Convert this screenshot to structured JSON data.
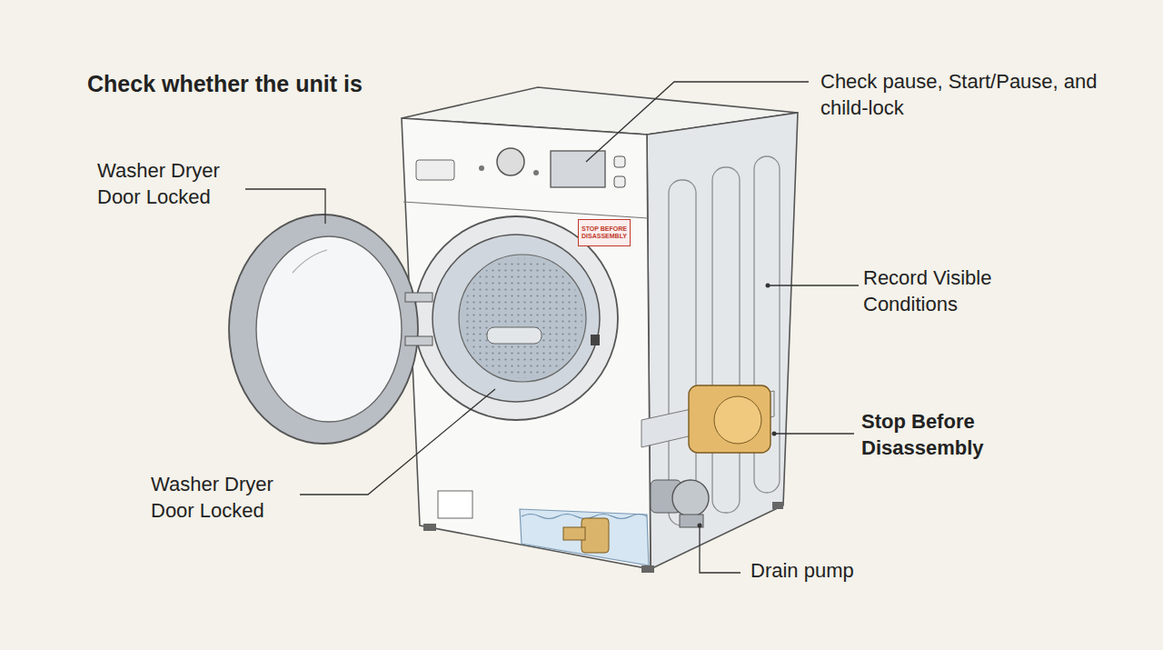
{
  "diagram": {
    "title": "Check whether the unit is",
    "nodes": [
      {
        "text": [
          "STOP BEFORE DISASSEMBLY"
        ]
      }
    ],
    "labels": [
      "Check pause, Start/Pause, and child-lock",
      "Washer Dryer Door Locked",
      "Record Visible Conditions",
      "Stop Before Disassembly",
      "Washer Dryer Door Locked",
      "Drain pump"
    ]
  }
}
